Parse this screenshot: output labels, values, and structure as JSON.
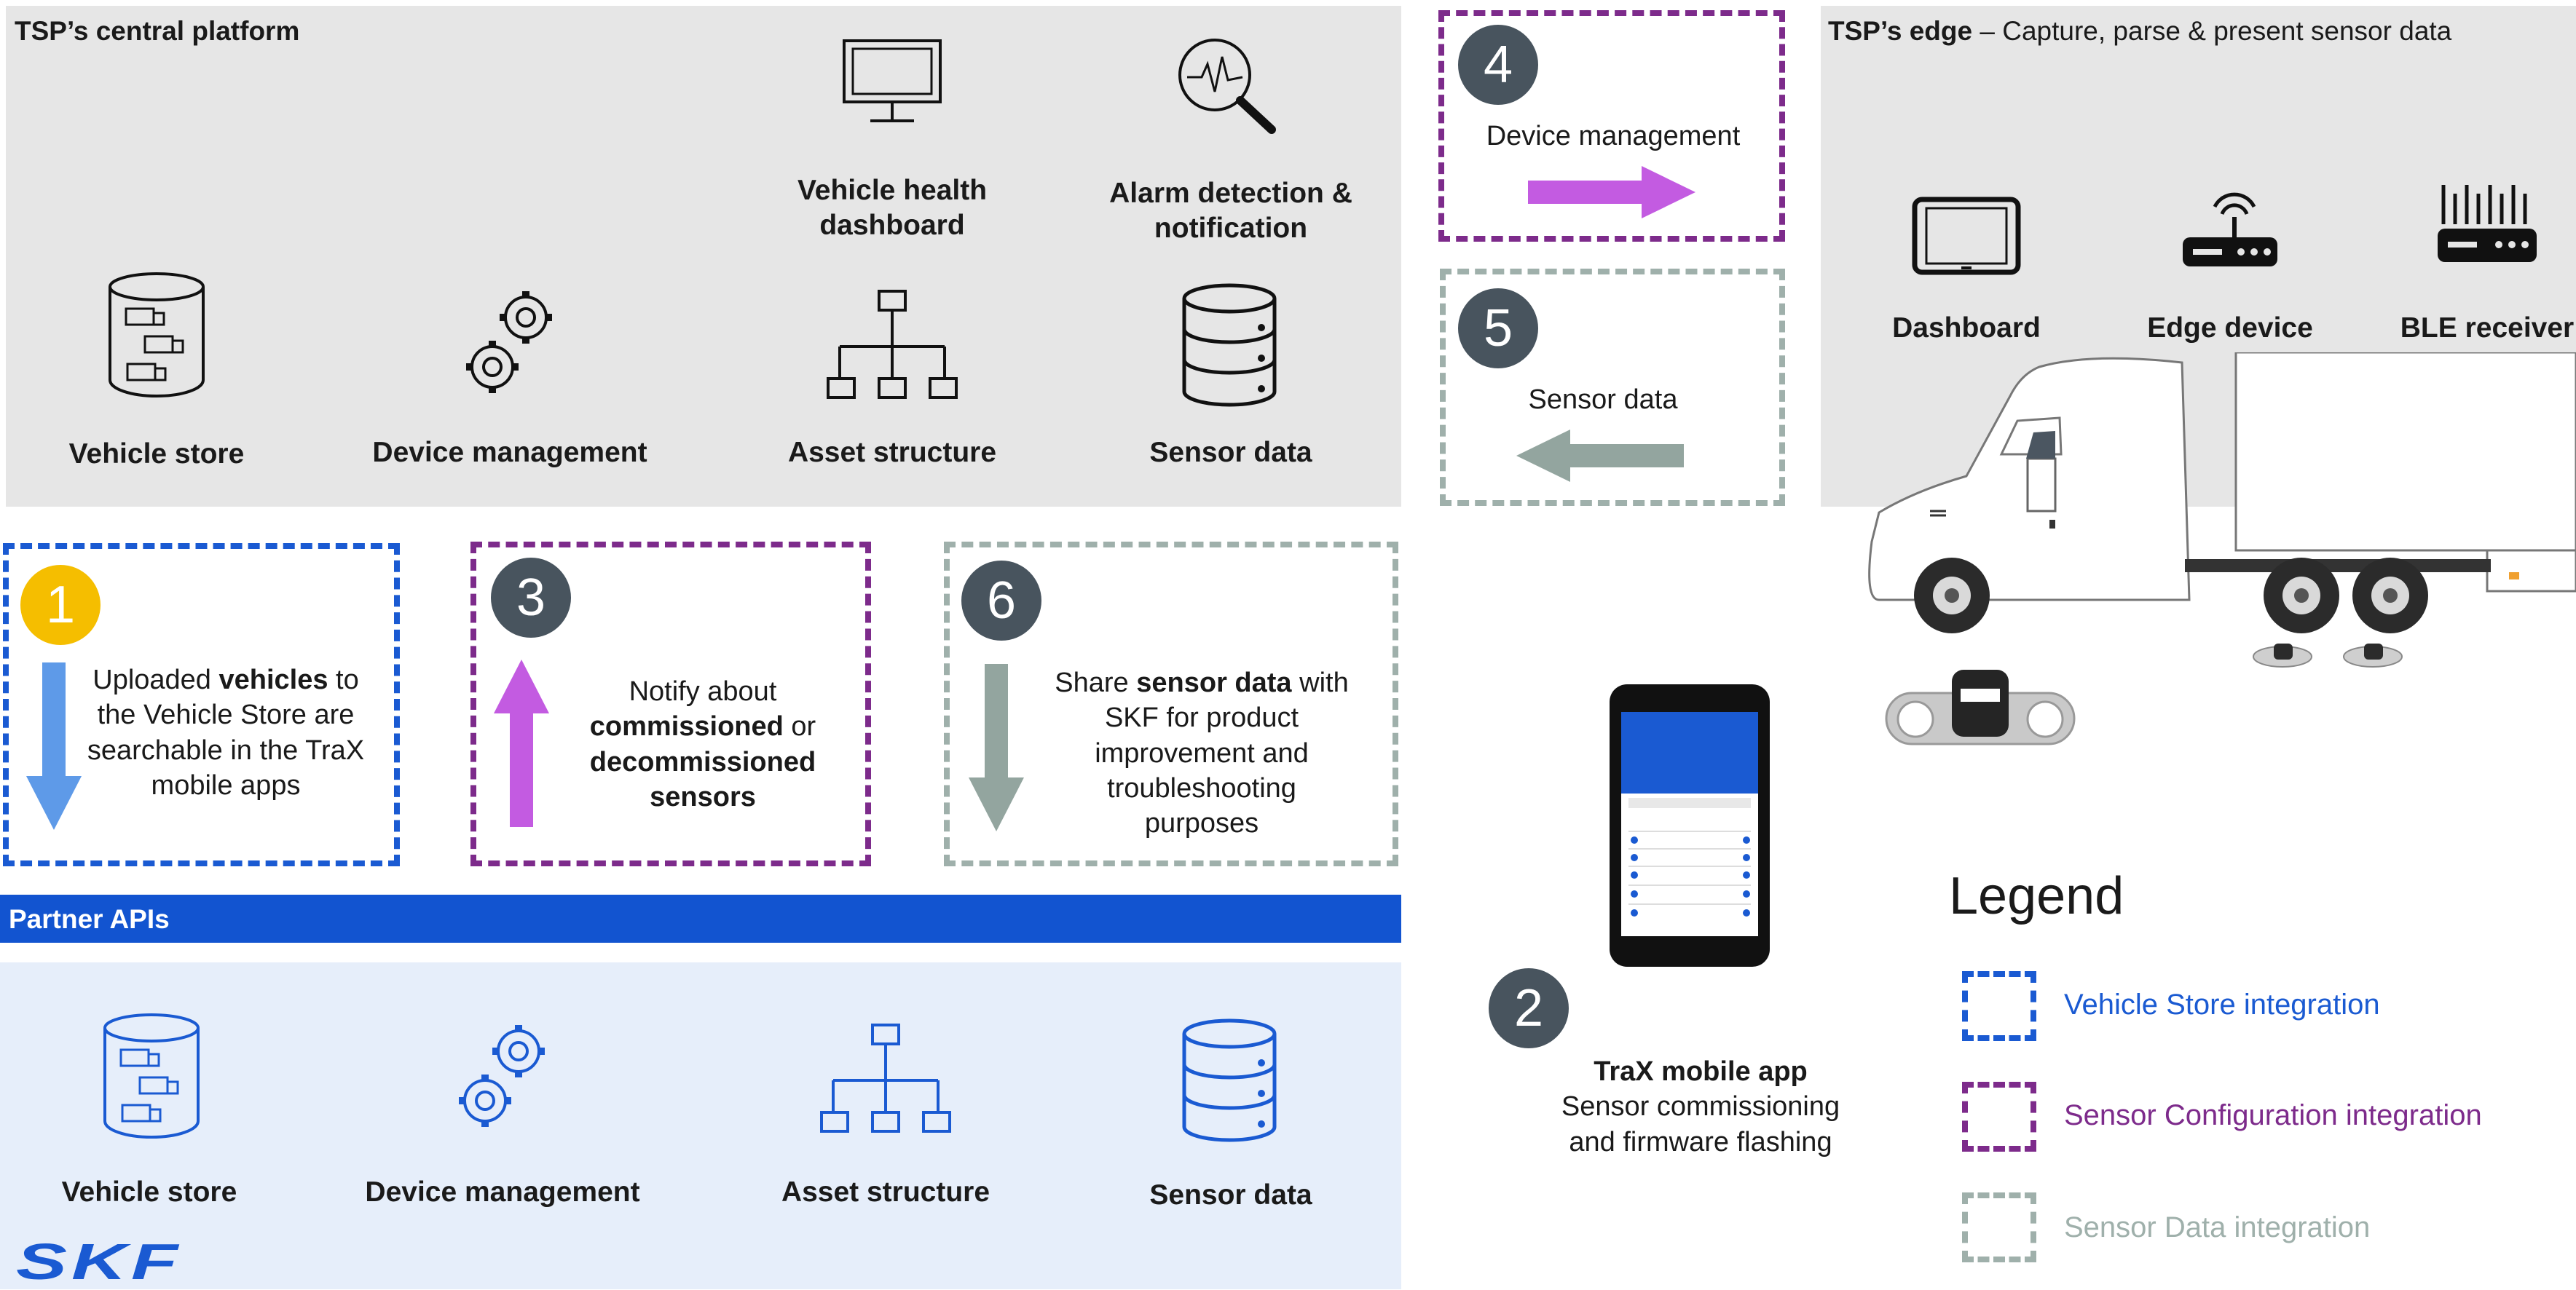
{
  "central": {
    "title": "TSP’s central platform",
    "items": {
      "vehicle_health": "Vehicle health dashboard",
      "alarm": "Alarm detection & notification",
      "vehicle_store": "Vehicle store",
      "device_management": "Device management",
      "asset_structure": "Asset structure",
      "sensor_data": "Sensor data"
    }
  },
  "edge": {
    "title_bold": "TSP’s edge",
    "title_rest": " – Capture, parse & present sensor data",
    "items": {
      "dashboard": "Dashboard",
      "edge_device": "Edge device",
      "ble_receiver": "BLE receiver"
    }
  },
  "steps": {
    "s1": {
      "num": "1",
      "t1": "Uploaded ",
      "t1b": "vehicles",
      "t2": " to the Vehicle Store are searchable in the TraX mobile apps"
    },
    "s2": {
      "num": "2",
      "title": "TraX mobile app",
      "line1": "Sensor commissioning",
      "line2": "and firmware flashing"
    },
    "s3": {
      "num": "3",
      "l1": "Notify about",
      "l2b": "commissioned",
      "l2": " or",
      "l3b": "decommissioned",
      "l4b": "sensors"
    },
    "s4": {
      "num": "4",
      "label": "Device management"
    },
    "s5": {
      "num": "5",
      "label": "Sensor data"
    },
    "s6": {
      "num": "6",
      "l1": "Share ",
      "l1b": "sensor data",
      "l1c": " with",
      "l2": "SKF for product",
      "l3": "improvement and",
      "l4": "troubleshooting",
      "l5": "purposes"
    }
  },
  "partner": {
    "bar_label": "Partner APIs",
    "items": {
      "vehicle_store": "Vehicle store",
      "device_management": "Device management",
      "asset_structure": "Asset structure",
      "sensor_data": "Sensor data"
    }
  },
  "logo": "SKF",
  "legend": {
    "title": "Legend",
    "items": [
      {
        "label": "Vehicle Store integration",
        "color": "#1a5ad2"
      },
      {
        "label": "Sensor Configuration integration",
        "color": "#7d2b8b"
      },
      {
        "label": "Sensor Data integration",
        "color": "#9fb0ab"
      }
    ]
  },
  "colors": {
    "blue": "#1a5ad2",
    "purple": "#7d2b8b",
    "grey_green": "#9fb0ab",
    "yellow": "#f5be00",
    "arrow_blue": "#5e9ae8",
    "arrow_magenta": "#c35be1",
    "arrow_grey": "#93a59f",
    "partner_bar": "#1254d0"
  }
}
